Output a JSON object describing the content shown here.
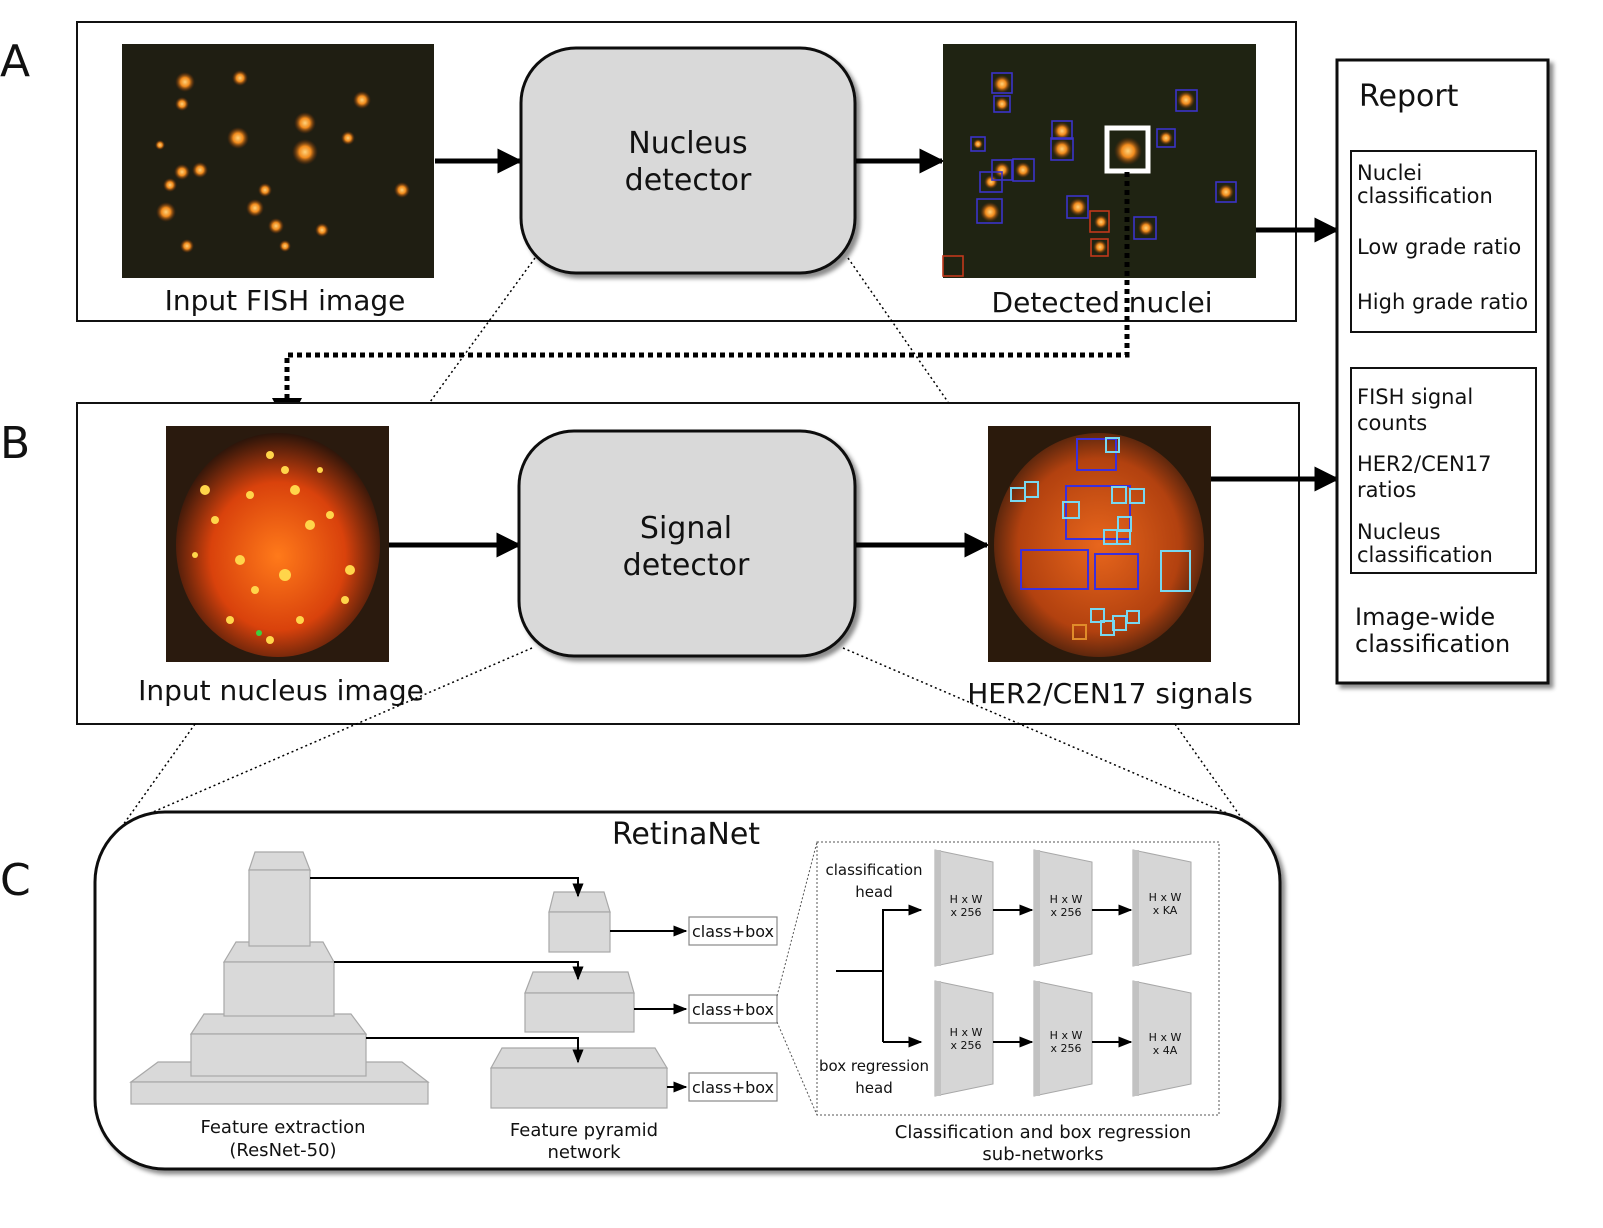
{
  "panels": {
    "a": {
      "letter": "A"
    },
    "b": {
      "letter": "B"
    },
    "c": {
      "letter": "C"
    }
  },
  "row_a": {
    "input_caption": "Input FISH image",
    "detector_line1": "Nucleus",
    "detector_line2": "detector",
    "output_caption": "Detected nuclei"
  },
  "row_b": {
    "input_caption": "Input nucleus image",
    "detector_line1": "Signal",
    "detector_line2": "detector",
    "output_caption": "HER2/CEN17 signals"
  },
  "report": {
    "title": "Report",
    "box1": {
      "line1": "Nuclei",
      "line2": "classification",
      "line3": "Low grade ratio",
      "line4": "High grade ratio"
    },
    "box2": {
      "line1": "FISH signal",
      "line2": "counts",
      "line3": "HER2/CEN17",
      "line4": "ratios",
      "line5": "Nucleus",
      "line6": "classification"
    },
    "footer1": "Image-wide",
    "footer2": "classification"
  },
  "retinanet": {
    "title": "RetinaNet",
    "backbone_line1": "Feature extraction",
    "backbone_line2": "(ResNet-50)",
    "fpn_line1": "Feature pyramid",
    "fpn_line2": "network",
    "output_label": "class+box",
    "subnet_caption1": "Classification and box regression",
    "subnet_caption2": "sub-networks",
    "cls_head1": "classification",
    "cls_head2": "head",
    "box_head1": "box regression",
    "box_head2": "head",
    "layer_hw": "H x W",
    "layer_256": "x 256",
    "layer_ka": "x KA",
    "layer_4a": "x 4A"
  }
}
